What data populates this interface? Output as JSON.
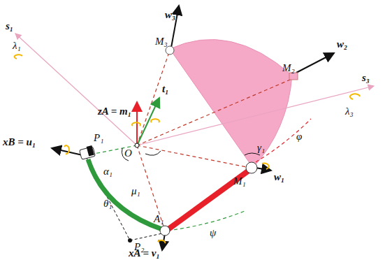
{
  "diagram": {
    "labels": [
      "w₃",
      "s₁",
      "λ₁",
      "M₃",
      "w₂",
      "M₂",
      "s₃",
      "λ₃",
      "zA = m₁",
      "t₁",
      "φ",
      "γ₁",
      "xB = u₁",
      "P₁",
      "O",
      "α₁",
      "μ₁",
      "M₁",
      "w₁",
      "θ₁",
      "A₁",
      "P₂",
      "xA = v₁",
      "ψ"
    ]
  }
}
